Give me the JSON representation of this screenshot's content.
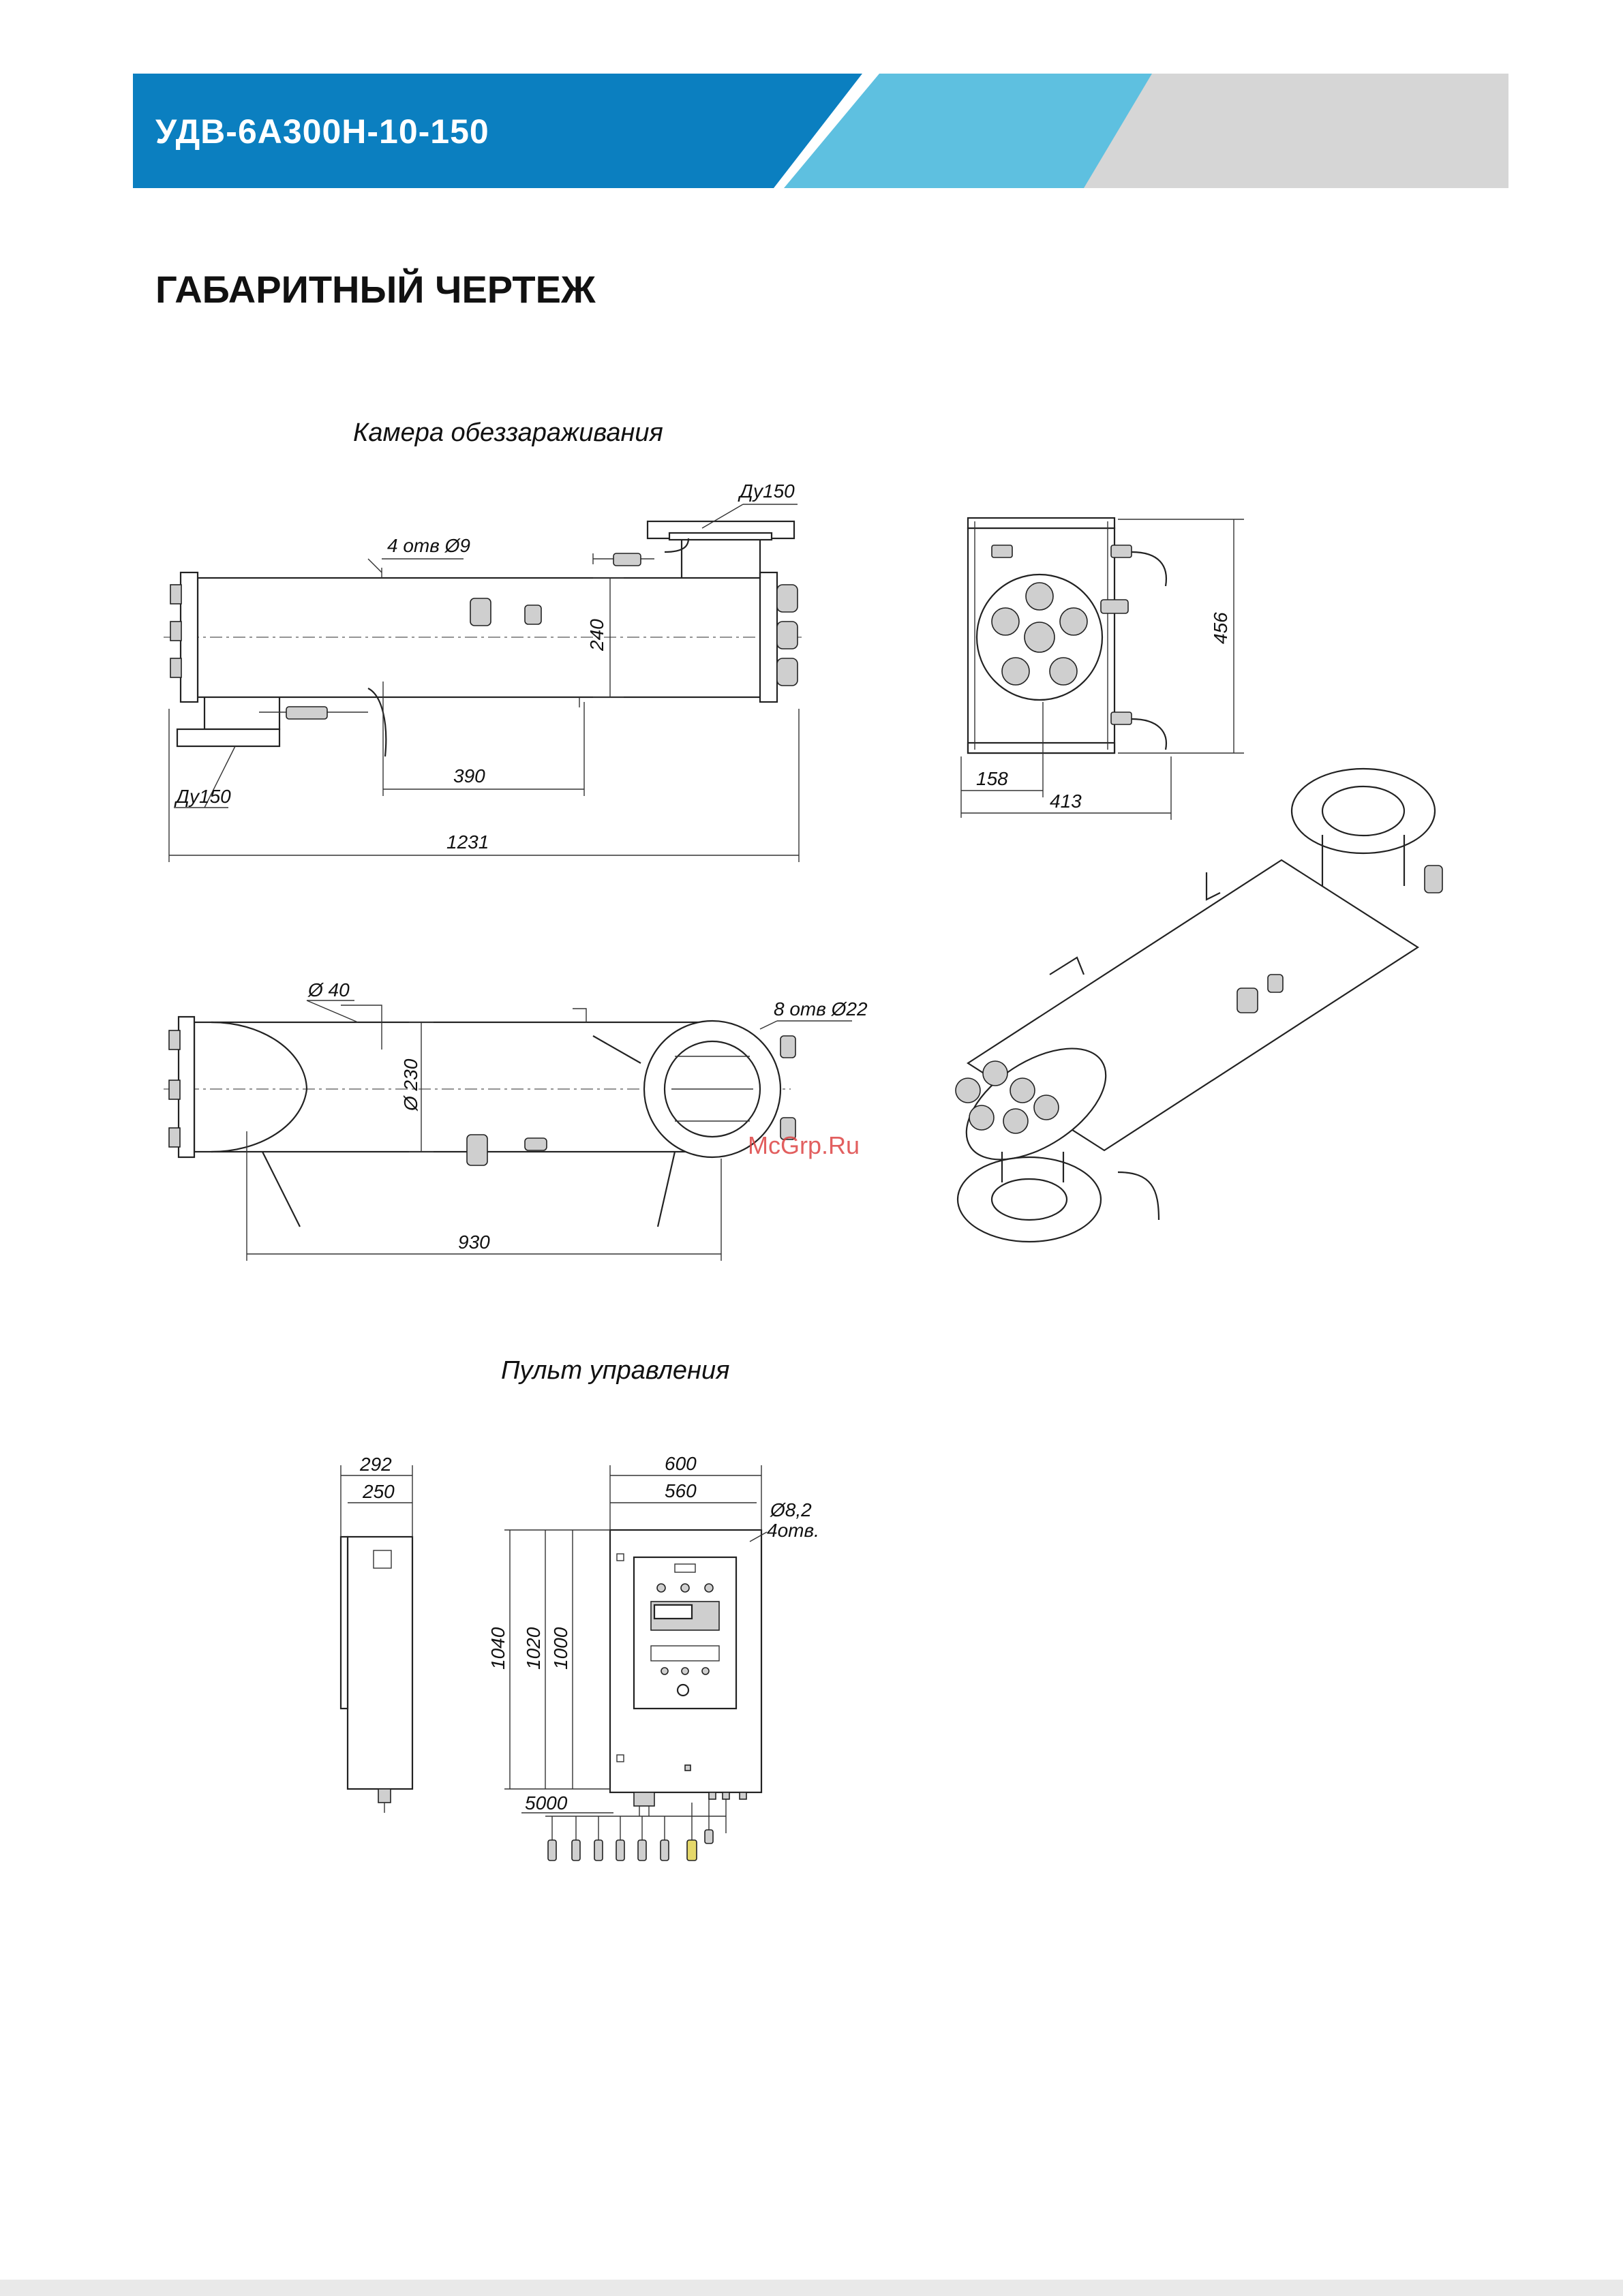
{
  "header": {
    "model": "УДВ-6А300Н-10-150",
    "colors": {
      "dark_blue": "#0b7fc0",
      "light_blue": "#5ec0e0",
      "gray": "#d6d6d6"
    }
  },
  "page_title": "ГАБАРИТНЫЙ ЧЕРТЕЖ",
  "chamber": {
    "title": "Камера обеззараживания",
    "front_view": {
      "inlet_top": "Ду150",
      "holes": "4 отв Ø9",
      "height": "240",
      "spacing": "390",
      "inlet_bottom": "Ду150",
      "length": "1231"
    },
    "side_view": {
      "height": "456",
      "offset": "158",
      "width": "413"
    },
    "top_view": {
      "bracket": "Ø 40",
      "diameter": "Ø 230",
      "flange_holes": "8 отв Ø22",
      "length": "930"
    }
  },
  "watermark": "McGrp.Ru",
  "control_panel": {
    "title": "Пульт управления",
    "side_view": {
      "depth_total": "292",
      "depth_body": "250"
    },
    "front_view": {
      "width_total": "600",
      "width_holes": "560",
      "hole_dia": "Ø8,2",
      "hole_count": "4отв.",
      "height_total": "1040",
      "height_mid": "1020",
      "height_body": "1000",
      "cable_length": "5000"
    }
  }
}
